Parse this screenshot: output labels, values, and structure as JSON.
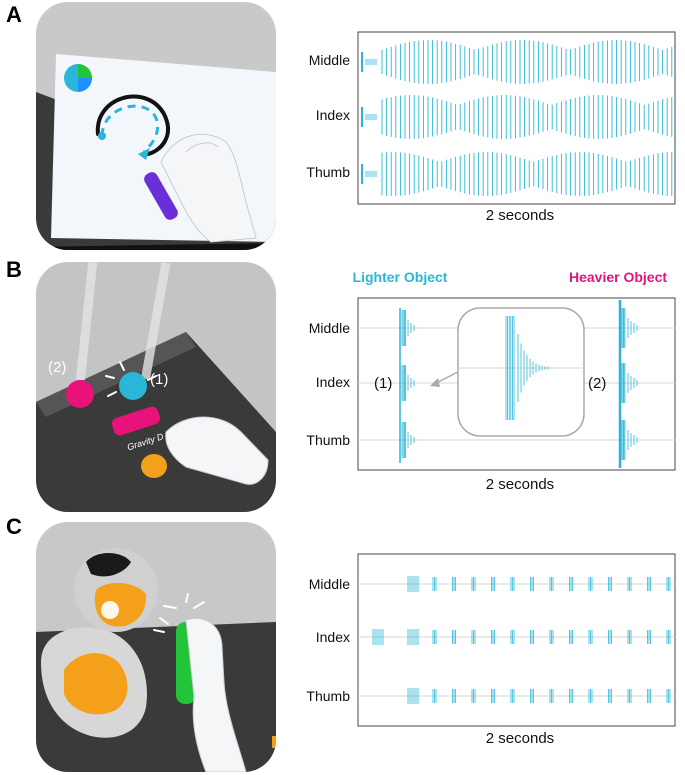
{
  "colors": {
    "signal": "#29b6d9",
    "magenta": "#e8127a",
    "orange": "#f5a01a",
    "purple": "#6a2fd6",
    "green": "#22c43a",
    "dark_floor": "#3a3a3a",
    "hand": "#f4f6f8"
  },
  "panels": [
    {
      "letter": "A",
      "rows": [
        "Middle",
        "Index",
        "Thumb"
      ],
      "caption": "2 seconds",
      "scene": {
        "description_icon": "drawing-on-paper"
      }
    },
    {
      "letter": "B",
      "rows": [
        "Middle",
        "Index",
        "Thumb"
      ],
      "caption": "2 seconds",
      "legend_light": "Lighter Object",
      "legend_heavy": "Heavier Object",
      "marker_1": "(1)",
      "marker_2": "(2)",
      "scene_label_1": "(1)",
      "scene_label_2": "(2)",
      "scene_text": "Gravity D"
    },
    {
      "letter": "C",
      "rows": [
        "Middle",
        "Index",
        "Thumb"
      ],
      "caption": "2 seconds"
    }
  ]
}
